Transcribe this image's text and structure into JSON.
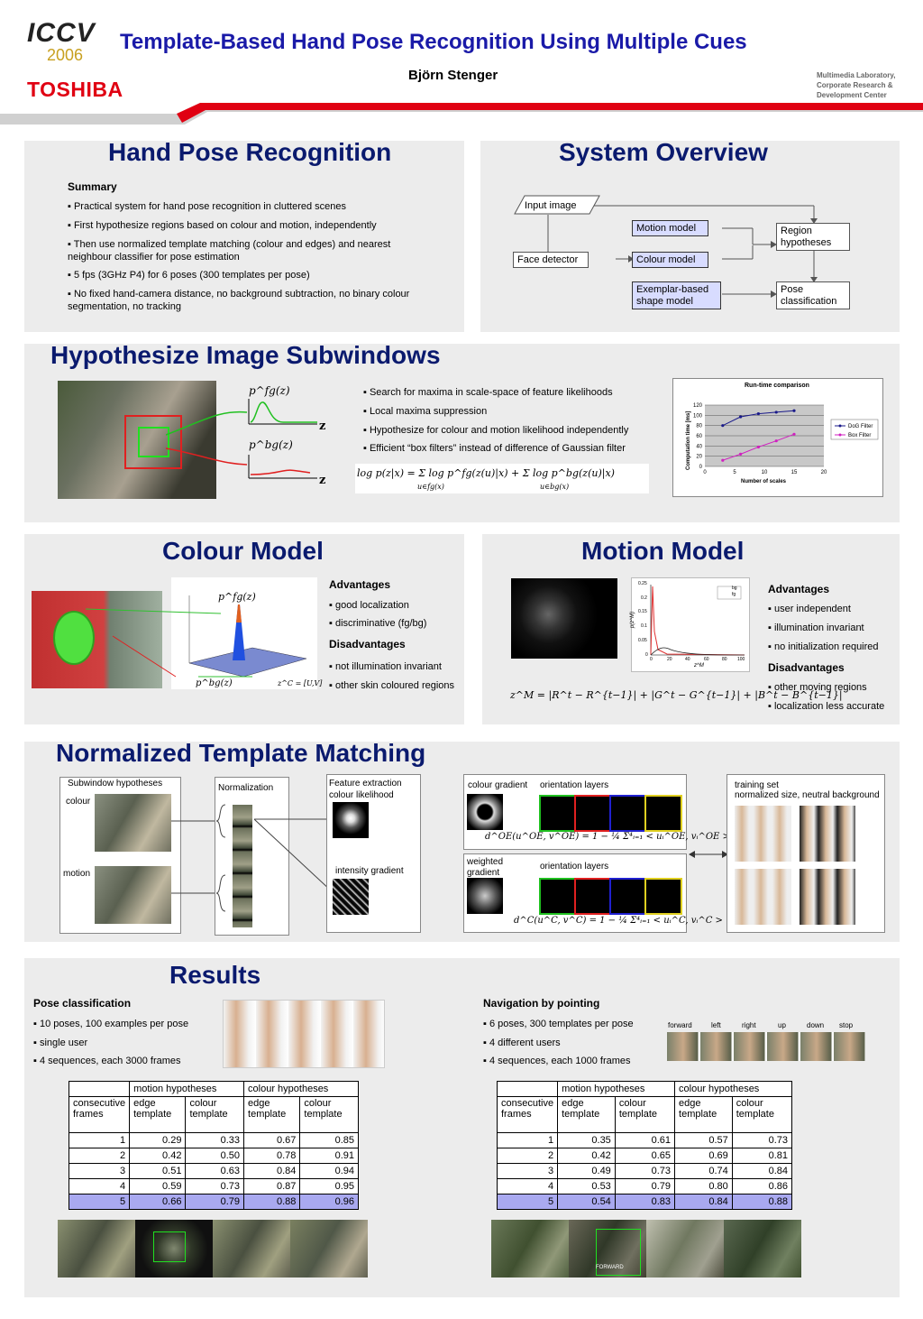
{
  "header": {
    "logo_top": "ICCV",
    "logo_year": "2006",
    "company": "TOSHIBA",
    "title": "Template-Based Hand Pose Recognition Using Multiple Cues",
    "author": "Björn Stenger",
    "lab_line1": "Multimedia Laboratory,",
    "lab_line2": "Corporate Research &",
    "lab_line3": "Development Center"
  },
  "hand_pose": {
    "title": "Hand Pose Recognition",
    "summary_heading": "Summary",
    "bullets": [
      "▪ Practical system for hand pose recognition in cluttered scenes",
      "▪ First hypothesize regions based on colour and motion, independently",
      "▪ Then use normalized template matching (colour and edges) and nearest neighbour classifier for pose estimation",
      "▪ 5 fps (3GHz P4) for 6 poses (300 templates per pose)",
      "▪ No fixed hand-camera distance, no background subtraction, no binary colour segmentation, no tracking"
    ]
  },
  "system_overview": {
    "title": "System Overview",
    "input_image": "Input image",
    "face_detector": "Face detector",
    "motion_model": "Motion model",
    "colour_model": "Colour model",
    "exemplar": "Exemplar-based shape model",
    "region": "Region hypotheses",
    "pose": "Pose classification"
  },
  "hypothesize": {
    "title": "Hypothesize Image Subwindows",
    "pfg": "p^fg(z)",
    "pbg": "p^bg(z)",
    "zlabel": "z",
    "bullets": [
      "▪ Search for maxima in scale-space of feature likelihoods",
      "▪ Local maxima suppression",
      "▪ Hypothesize for colour and motion likelihood independently",
      "▪ Efficient “box filters” instead of difference of Gaussian filter"
    ],
    "equation": "log p(z|x) = Σ log p^fg(z(u)|x) + Σ log p^bg(z(u)|x)",
    "sub1": "u∈fg(x)",
    "sub2": "u∈bg(x)"
  },
  "colour_model": {
    "title": "Colour Model",
    "adv_heading": "Advantages",
    "adv": [
      "▪ good localization",
      "▪ discriminative (fg/bg)"
    ],
    "dis_heading": "Disadvantages",
    "dis": [
      "▪ not illumination invariant",
      "▪ other skin coloured regions"
    ],
    "pfg": "p^fg(z)",
    "pbg": "p^bg(z)",
    "zc": "z^C = [U,V]"
  },
  "motion_model": {
    "title": "Motion Model",
    "adv_heading": "Advantages",
    "adv": [
      "▪ user independent",
      "▪ illumination invariant",
      "▪ no initialization required"
    ],
    "dis_heading": "Disadvantages",
    "dis": [
      "▪ other moving regions",
      "▪ localization less accurate"
    ],
    "equation": "z^M = |R^t − R^{t−1}| + |G^t − G^{t−1}| + |B^t − B^{t−1}|",
    "legend_bg": "bg",
    "legend_fg": "fg",
    "xlabel": "z^M",
    "ylabel": "p(z^M)",
    "yticks": [
      "0.25",
      "0.2",
      "0.15",
      "0.1",
      "0.05",
      "0"
    ],
    "xticks": [
      "0",
      "20",
      "40",
      "60",
      "80",
      "100"
    ]
  },
  "ntm": {
    "title": "Normalized Template Matching",
    "subwindow": "Subwindow hypotheses",
    "colour": "colour",
    "motion": "motion",
    "normalization": "Normalization",
    "feature_extraction": "Feature extraction",
    "colour_likelihood": "colour likelihood",
    "intensity_gradient": "intensity gradient",
    "colour_gradient": "colour gradient",
    "orientation_layers": "orientation layers",
    "weighted_gradient": "weighted gradient",
    "orientation_layers2": "orientation layers",
    "eq_oe": "d^OE(u^OE, v^OE) = 1 − ¼ Σ⁴ᵢ₌₁ < uᵢ^OE, vᵢ^OE >",
    "eq_c": "d^C(u^C, v^C) = 1 − ¼ Σ⁴ᵢ₌₁ < uᵢ^C, vᵢ^C >",
    "training_set": "training set",
    "training_desc": "normalized size, neutral background"
  },
  "results": {
    "title": "Results",
    "pose_heading": "Pose classification",
    "pose_bullets": [
      "▪ 10 poses, 100 examples per pose",
      "▪ single user",
      "▪ 4 sequences, each 3000 frames"
    ],
    "nav_heading": "Navigation by pointing",
    "nav_bullets": [
      "▪ 6 poses, 300 templates per pose",
      "▪ 4 different users",
      "▪ 4 sequences, each 1000 frames"
    ],
    "nav_labels": [
      "forward",
      "left",
      "right",
      "up",
      "down",
      "stop"
    ],
    "table_head": {
      "motion": "motion hypotheses",
      "colour": "colour hypotheses",
      "consecutive": "consecutive frames",
      "edge": "edge template",
      "colour_t": "colour template"
    },
    "table1": [
      [
        "1",
        "0.29",
        "0.33",
        "0.67",
        "0.85"
      ],
      [
        "2",
        "0.42",
        "0.50",
        "0.78",
        "0.91"
      ],
      [
        "3",
        "0.51",
        "0.63",
        "0.84",
        "0.94"
      ],
      [
        "4",
        "0.59",
        "0.73",
        "0.87",
        "0.95"
      ],
      [
        "5",
        "0.66",
        "0.79",
        "0.88",
        "0.96"
      ]
    ],
    "table2": [
      [
        "1",
        "0.35",
        "0.61",
        "0.57",
        "0.73"
      ],
      [
        "2",
        "0.42",
        "0.65",
        "0.69",
        "0.81"
      ],
      [
        "3",
        "0.49",
        "0.73",
        "0.74",
        "0.84"
      ],
      [
        "4",
        "0.53",
        "0.79",
        "0.80",
        "0.86"
      ],
      [
        "5",
        "0.54",
        "0.83",
        "0.84",
        "0.88"
      ]
    ],
    "frame_label_forward": "FORWARD"
  },
  "chart_data": {
    "type": "line",
    "title": "Run-time comparison",
    "xlabel": "Number of scales",
    "ylabel": "Computation time [ms]",
    "xlim": [
      0,
      20
    ],
    "ylim": [
      0,
      120
    ],
    "xticks": [
      0,
      5,
      10,
      15,
      20
    ],
    "yticks": [
      0,
      20,
      40,
      60,
      80,
      100,
      120
    ],
    "grid": true,
    "legend": "right",
    "series": [
      {
        "name": "DoG Filter",
        "x": [
          3,
          6,
          9,
          12,
          15
        ],
        "values": [
          80,
          97,
          103,
          106,
          109
        ],
        "color": "#1a1a8a"
      },
      {
        "name": "Box Filter",
        "x": [
          3,
          6,
          9,
          12,
          15
        ],
        "values": [
          12,
          24,
          38,
          50,
          63
        ],
        "color": "#d020c0"
      }
    ]
  }
}
